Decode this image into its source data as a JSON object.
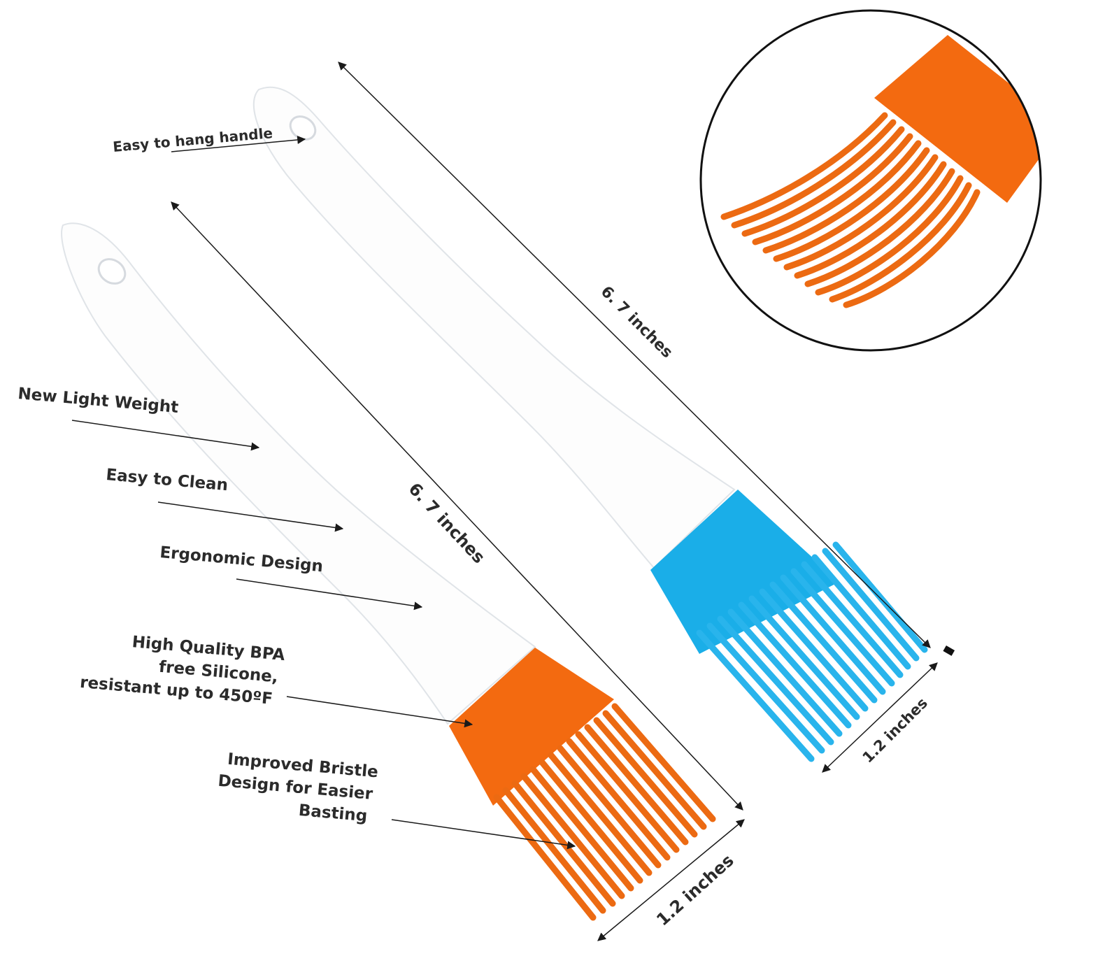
{
  "colors": {
    "background": "#ffffff",
    "handle": "#fdfdfd",
    "handle_outline": "#e2e6ea",
    "orange_brush": "#f36a10",
    "orange_bristle": "#ec6a12",
    "blue_brush": "#1aaee8",
    "blue_bristle": "#29b4ec",
    "text": "#2b2b2b"
  },
  "annotations": {
    "hang_handle": "Easy to hang handle",
    "light_weight": "New Light Weight",
    "easy_clean": "Easy to Clean",
    "ergonomic": "Ergonomic Design",
    "silicone_line1": "High Quality BPA",
    "silicone_line2": "free Silicone,",
    "silicone_line3": "resistant up to 450ºF",
    "bristle_line1": "Improved Bristle",
    "bristle_line2": "Design for Easier",
    "bristle_line3": "Basting"
  },
  "dimensions": {
    "orange_length": "6. 7 inches",
    "blue_length": "6. 7 inches",
    "orange_width": "1.2 inches",
    "blue_width": "1.2 inches"
  },
  "products": [
    {
      "name": "orange-pastry-brush",
      "color": "orange"
    },
    {
      "name": "blue-pastry-brush",
      "color": "blue"
    }
  ]
}
